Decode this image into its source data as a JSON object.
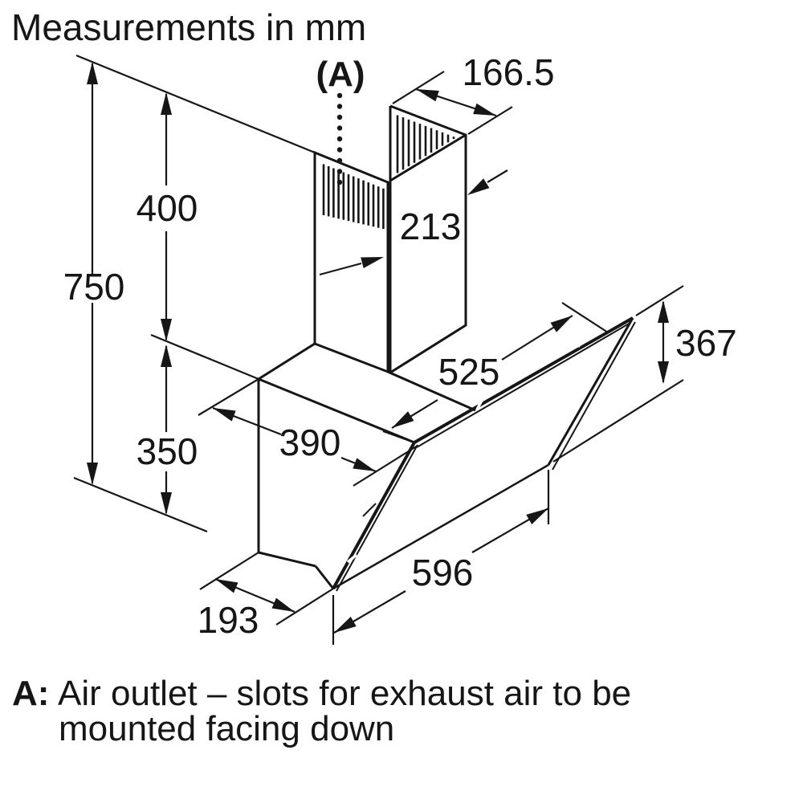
{
  "title": "Measurements in mm",
  "callout": {
    "label": "(A)"
  },
  "dims": {
    "total_height": "750",
    "chimney_height": "400",
    "body_height": "350",
    "duct_top_depth": "166.5",
    "duct_width": "213",
    "glass_top_width": "525",
    "glass_height": "367",
    "top_depth": "390",
    "glass_bottom_width": "596",
    "bottom_depth": "193"
  },
  "caption": {
    "prefix": "A:",
    "line1": "Air outlet – slots for exhaust air to be",
    "line2": "mounted facing down"
  },
  "colors": {
    "ink": "#161616",
    "background": "#ffffff"
  }
}
